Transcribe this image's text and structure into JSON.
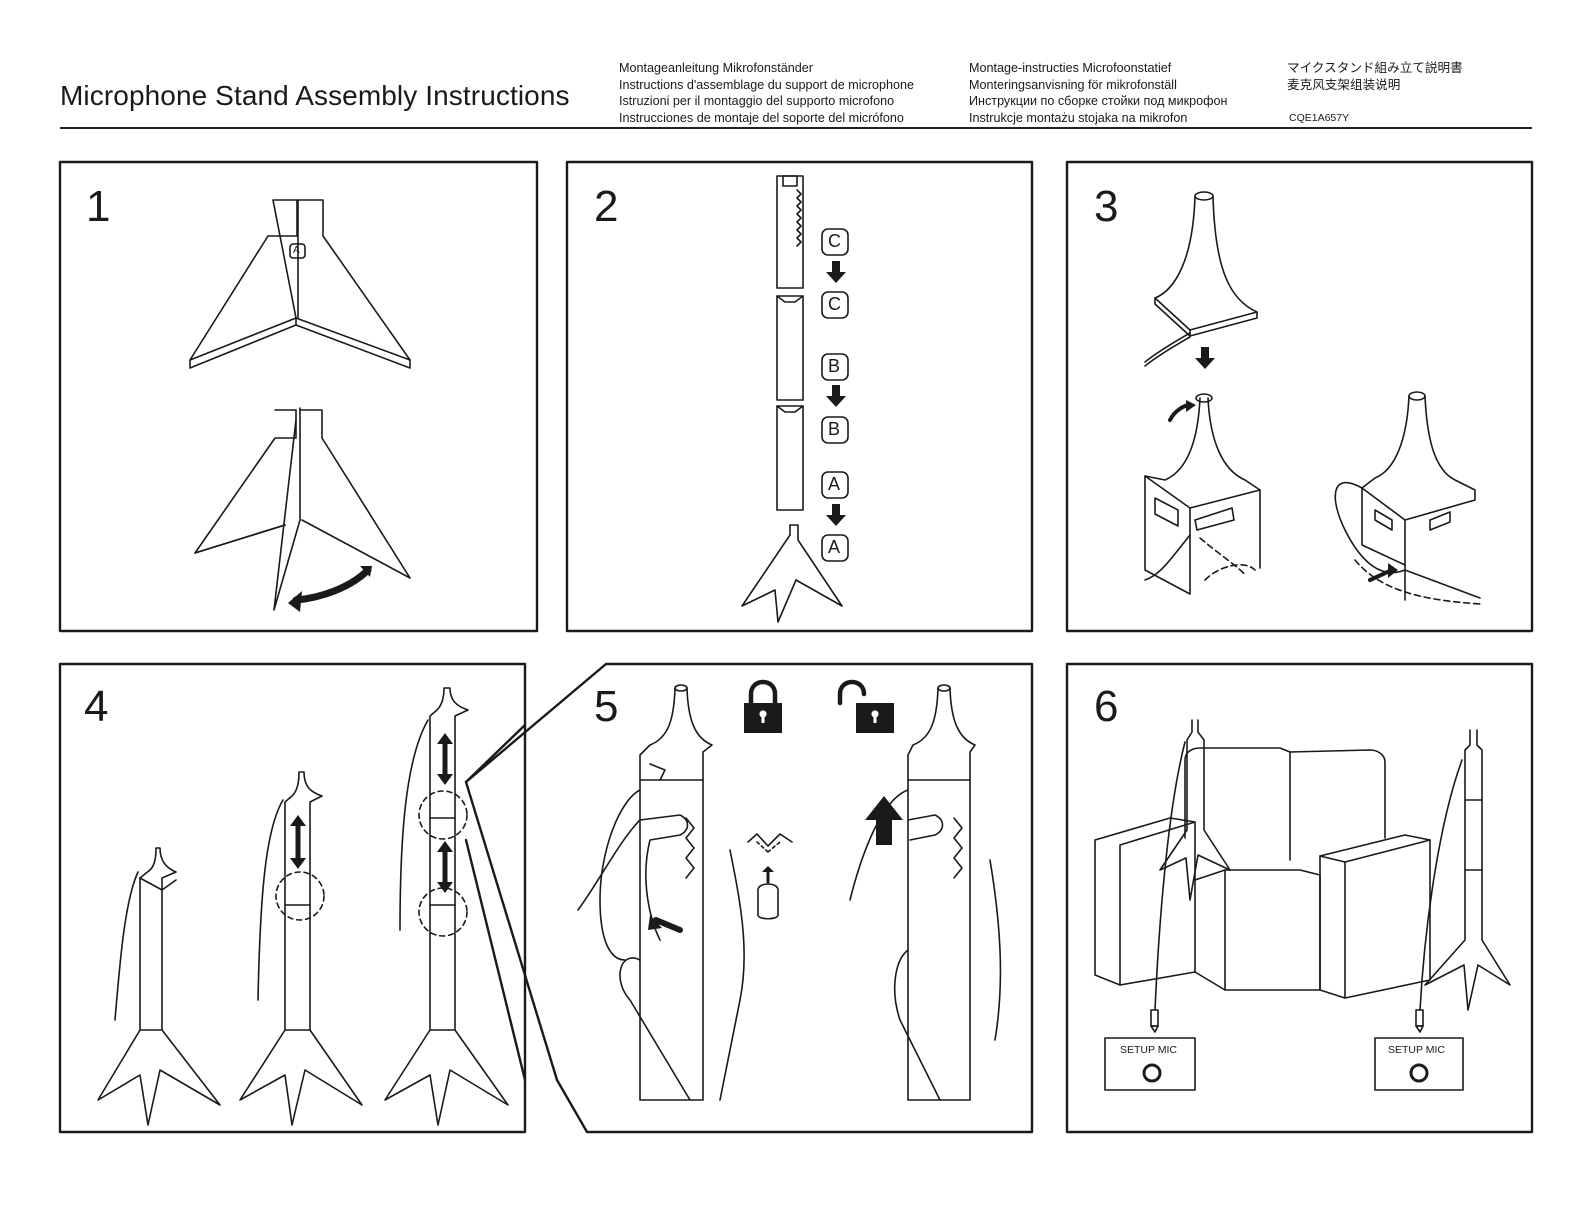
{
  "header": {
    "title": "Microphone Stand Assembly Instructions",
    "col1": [
      "Montageanleitung Mikrofonständer",
      "Instructions d'assemblage du support de microphone",
      "Istruzioni per il montaggio del supporto microfono",
      "Instrucciones de montaje del soporte del micrófono"
    ],
    "col2": [
      "Montage-instructies Microfoonstatief",
      "Monteringsanvisning för mikrofonställ",
      "Инструкции по сборке стойки под микрофон",
      "Instrukcje montażu stojaka na mikrofon"
    ],
    "col3": [
      "マイクスタンド組み立て説明書",
      "麦克风支架组装说明"
    ],
    "code": "CQE1A657Y"
  },
  "steps": [
    {
      "number": "1",
      "base_label": "A"
    },
    {
      "number": "2",
      "labels": [
        "C",
        "C",
        "B",
        "B",
        "A",
        "A"
      ]
    },
    {
      "number": "3"
    },
    {
      "number": "4"
    },
    {
      "number": "5"
    },
    {
      "number": "6",
      "jack_left": "SETUP MIC",
      "jack_right": "SETUP MIC"
    }
  ],
  "icons": [
    "lock-icon",
    "unlock-icon",
    "arrow-down-icon",
    "curved-arrow-icon",
    "double-arrow-icon"
  ],
  "colors": {
    "line": "#1a1a1a",
    "background": "#ffffff"
  }
}
